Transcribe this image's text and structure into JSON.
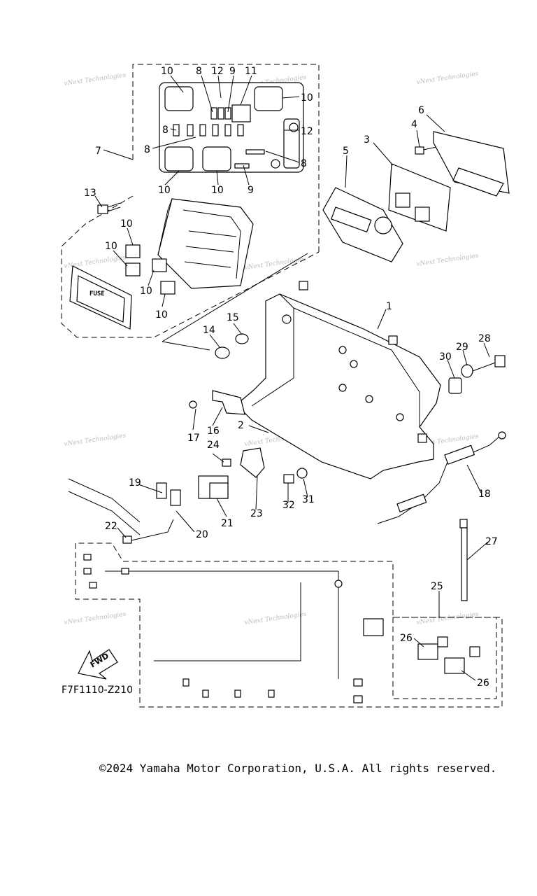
{
  "diagram": {
    "figure_code": "F7F1110-Z210",
    "watermark": "vNext Technologies",
    "fuse_label": "FUSE",
    "fwd_label": "FWD",
    "copyright": "©2024 Yamaha Motor Corporation, U.S.A. All rights reserved.",
    "callouts": [
      "1",
      "2",
      "3",
      "4",
      "5",
      "6",
      "7",
      "8",
      "9",
      "10",
      "11",
      "12",
      "13",
      "14",
      "15",
      "16",
      "17",
      "18",
      "19",
      "20",
      "21",
      "22",
      "23",
      "24",
      "25",
      "26",
      "27",
      "28",
      "29",
      "30",
      "31",
      "32"
    ]
  }
}
